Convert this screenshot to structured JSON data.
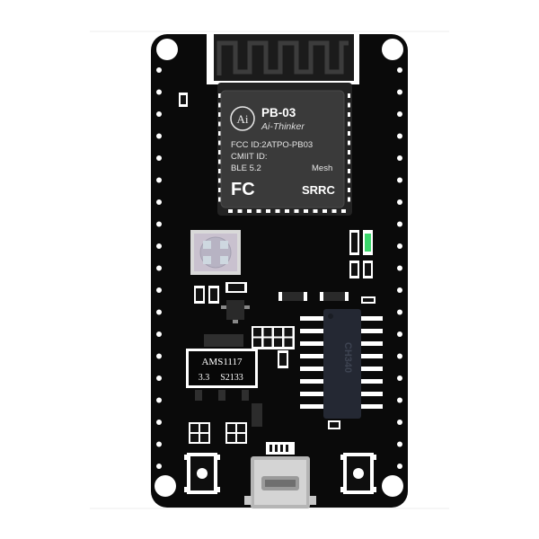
{
  "module": {
    "model": "PB-03",
    "brand": "Ai-Thinker",
    "logo": "Ai",
    "fcc_id": "FCC ID:2ATPO-PB03",
    "cmiit_id": "CMIIT ID:",
    "ble": "BLE 5.2",
    "mesh": "Mesh",
    "fcc_mark": "FC",
    "srrc_mark": "SRRC"
  },
  "regulator": {
    "line1": "AMS1117",
    "line2_left": "3.3",
    "line2_right": "S2133"
  },
  "usb_chip": {
    "marking": "CH340"
  },
  "colors": {
    "pcb": "#0a0a0a",
    "module_shield": "#3a3a3a",
    "led_green": "#3bd66b",
    "rgb_led": "#c9c1cf"
  }
}
